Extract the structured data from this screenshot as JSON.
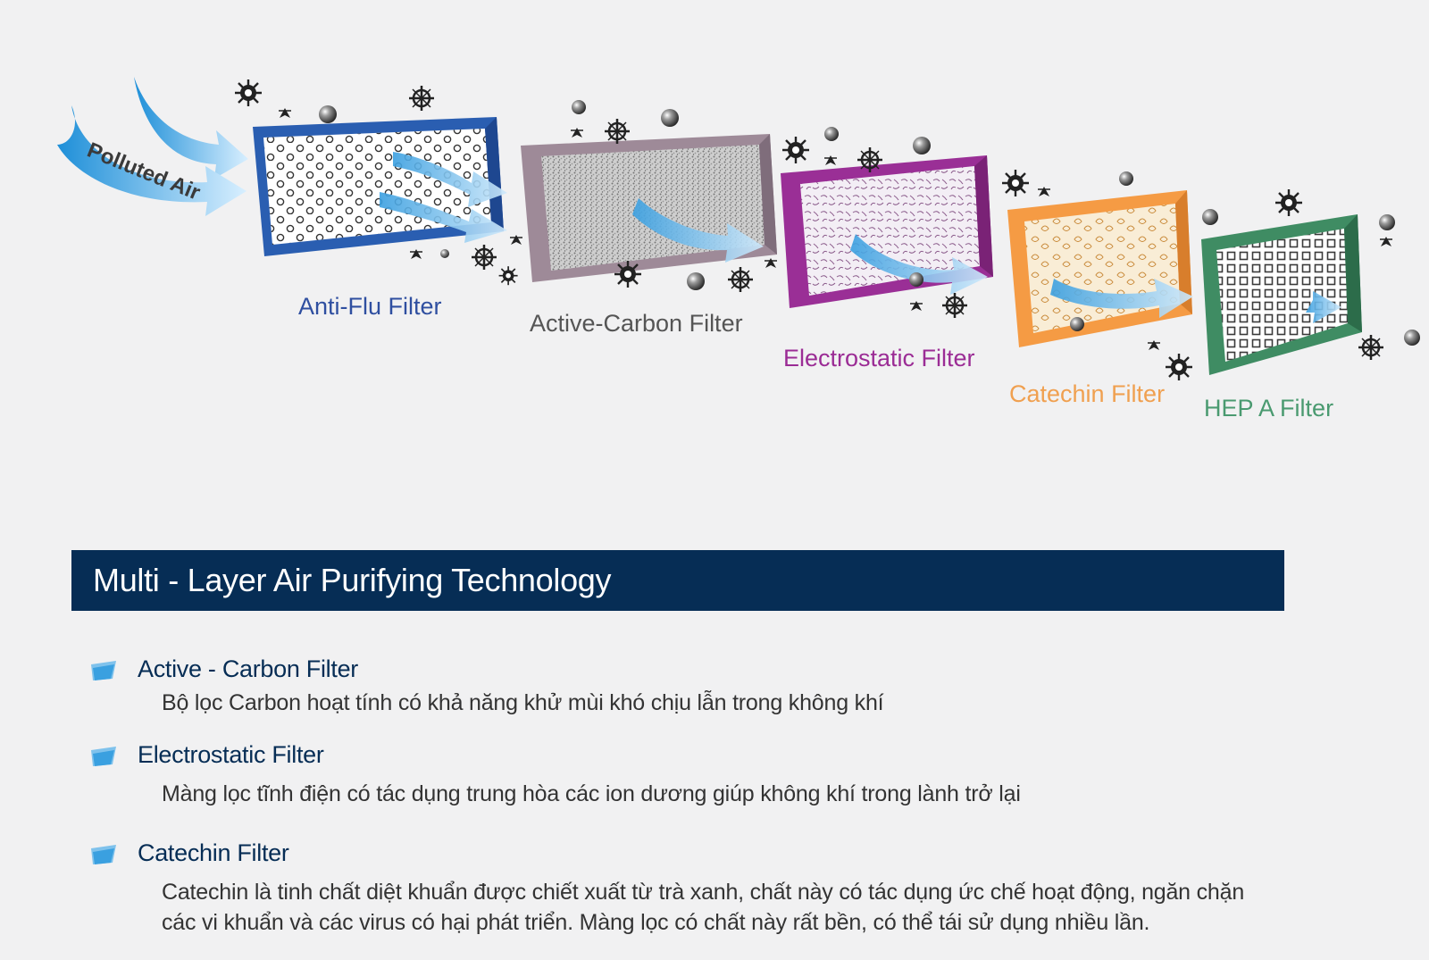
{
  "diagram": {
    "flow_label": "Polluted Air",
    "filters": [
      {
        "key": "anti-flu",
        "label": "Anti-Flu Filter",
        "color": "#2f4fa0",
        "frame": "#2a5eb1"
      },
      {
        "key": "active-carbon",
        "label": "Active-Carbon Filter",
        "color": "#555555",
        "frame": "#9e8a98"
      },
      {
        "key": "electrostatic",
        "label": "Electrostatic Filter",
        "color": "#9b2c95",
        "frame": "#9a2f96"
      },
      {
        "key": "catechin",
        "label": "Catechin Filter",
        "color": "#f0a050",
        "frame": "#f59b44"
      },
      {
        "key": "hepa",
        "label": "HEP A Filter",
        "color": "#4a9a70",
        "frame": "#3f8c63"
      }
    ]
  },
  "banner": {
    "title": "Multi - Layer Air Purifying Technology",
    "color": "#062d55"
  },
  "items": [
    {
      "title": "Active - Carbon Filter",
      "desc": [
        "Bộ lọc Carbon hoạt tính có khả năng khử mùi khó chịu lẫn trong không khí"
      ]
    },
    {
      "title": "Electrostatic Filter",
      "desc": [
        "Màng lọc tĩnh điện có tác dụng trung hòa các ion dương giúp không khí trong lành trở lại"
      ]
    },
    {
      "title": "Catechin Filter",
      "desc": [
        "Catechin là tinh chất diệt khuẩn được chiết xuất từ trà xanh, chất này có tác dụng ức chế hoạt động, ngăn chặn",
        "các vi khuẩn và các virus có hại phát triển. Màng lọc có chất này rất bền, có thể tái sử dụng nhiều lần."
      ]
    }
  ]
}
